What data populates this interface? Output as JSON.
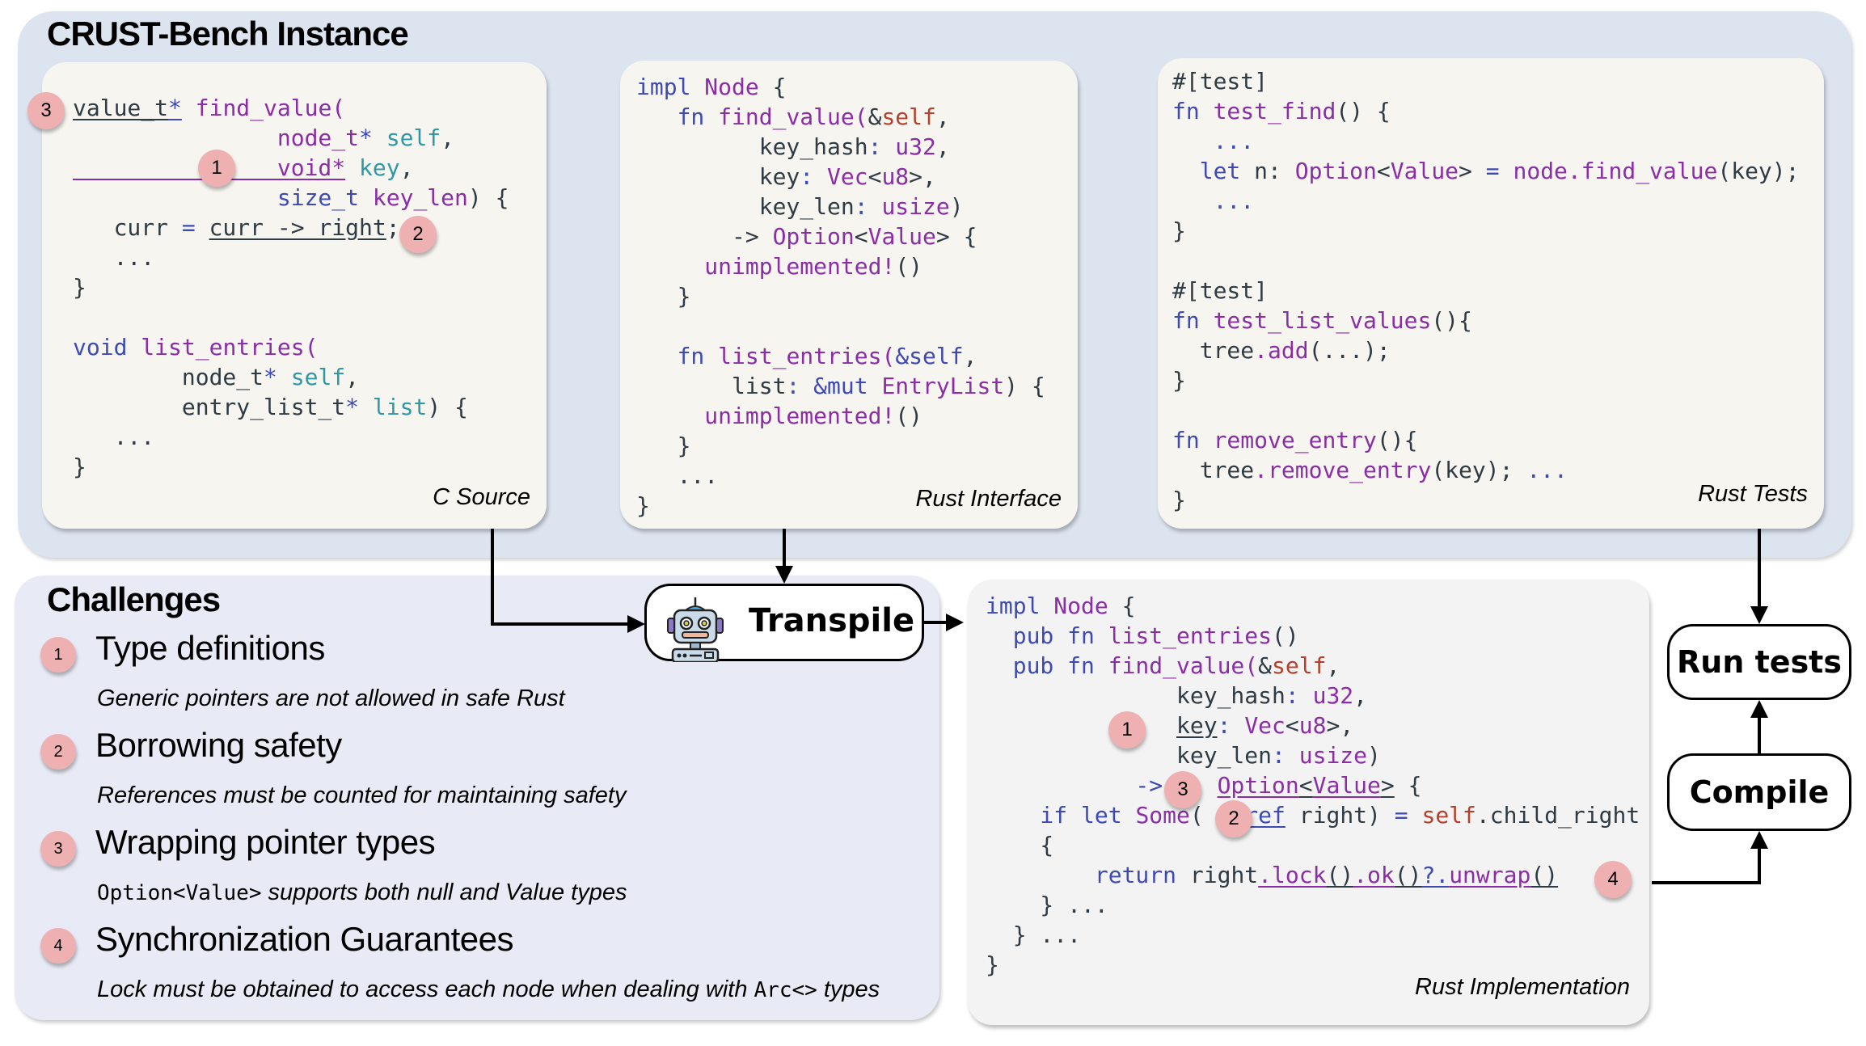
{
  "instance": {
    "title": "CRUST-Bench Instance",
    "c_source": {
      "caption": "C Source",
      "lines": [
        [
          [
            "value_t",
            "t",
            "u"
          ],
          [
            "*",
            "k",
            "u"
          ],
          [
            " find_value(",
            "f",
            ""
          ]
        ],
        [
          [
            "               node_t",
            "f",
            ""
          ],
          [
            "* ",
            "k",
            ""
          ],
          [
            "self",
            "p",
            ""
          ],
          [
            ",",
            "t",
            ""
          ]
        ],
        [
          [
            "               void*",
            "f",
            "u"
          ],
          [
            " key",
            "p",
            ""
          ],
          [
            ",",
            "t",
            ""
          ]
        ],
        [
          [
            "               size_t",
            "k",
            ""
          ],
          [
            " key_len",
            "f",
            ""
          ],
          [
            ") {",
            "t",
            ""
          ]
        ],
        [
          [
            "   curr ",
            "t",
            ""
          ],
          [
            "= ",
            "k",
            ""
          ],
          [
            "curr -> right",
            "t",
            "u"
          ],
          [
            ";",
            "t",
            ""
          ]
        ],
        [
          [
            "   ...",
            "t",
            ""
          ]
        ],
        [
          [
            "}",
            "t",
            ""
          ]
        ],
        [
          [
            "",
            "t",
            ""
          ]
        ],
        [
          [
            "void ",
            "k",
            ""
          ],
          [
            "list_entries(",
            "f",
            ""
          ]
        ],
        [
          [
            "        node_t",
            "t",
            ""
          ],
          [
            "* ",
            "k",
            ""
          ],
          [
            "self",
            "p",
            ""
          ],
          [
            ",",
            "t",
            ""
          ]
        ],
        [
          [
            "        entry_list_t",
            "t",
            ""
          ],
          [
            "* ",
            "k",
            ""
          ],
          [
            "list",
            "p",
            ""
          ],
          [
            ") {",
            "t",
            ""
          ]
        ],
        [
          [
            "   ...",
            "t",
            ""
          ]
        ],
        [
          [
            "}",
            "t",
            ""
          ]
        ]
      ]
    },
    "rust_interface": {
      "caption": "Rust Interface",
      "lines": [
        [
          [
            "impl ",
            "k",
            ""
          ],
          [
            "Node ",
            "f",
            ""
          ],
          [
            "{",
            "t",
            ""
          ]
        ],
        [
          [
            "   fn ",
            "k",
            ""
          ],
          [
            "find_value(",
            "f",
            ""
          ],
          [
            "&",
            "t",
            ""
          ],
          [
            "self",
            "s",
            ""
          ],
          [
            ",",
            "t",
            ""
          ]
        ],
        [
          [
            "         key_hash",
            "t",
            ""
          ],
          [
            ": ",
            "k",
            ""
          ],
          [
            "u32",
            "f",
            ""
          ],
          [
            ",",
            "t",
            ""
          ]
        ],
        [
          [
            "         key",
            "t",
            ""
          ],
          [
            ": ",
            "k",
            ""
          ],
          [
            "Vec",
            "f",
            ""
          ],
          [
            "<",
            "t",
            ""
          ],
          [
            "u8",
            "f",
            ""
          ],
          [
            ">,",
            "t",
            ""
          ]
        ],
        [
          [
            "         key_len",
            "t",
            ""
          ],
          [
            ": ",
            "k",
            ""
          ],
          [
            "usize",
            "f",
            ""
          ],
          [
            ")",
            "t",
            ""
          ]
        ],
        [
          [
            "       -> ",
            "t",
            ""
          ],
          [
            "Option",
            "f",
            ""
          ],
          [
            "<",
            "t",
            ""
          ],
          [
            "Value",
            "f",
            ""
          ],
          [
            "> {",
            "t",
            ""
          ]
        ],
        [
          [
            "     unimplemented!",
            "f",
            ""
          ],
          [
            "()",
            "t",
            ""
          ]
        ],
        [
          [
            "   }",
            "t",
            ""
          ]
        ],
        [
          [
            "",
            "t",
            ""
          ]
        ],
        [
          [
            "   fn ",
            "k",
            ""
          ],
          [
            "list_entries(",
            "f",
            ""
          ],
          [
            "&self",
            "k",
            ""
          ],
          [
            ",",
            "t",
            ""
          ]
        ],
        [
          [
            "       list",
            "t",
            ""
          ],
          [
            ": ",
            "k",
            ""
          ],
          [
            "&mut ",
            "k",
            ""
          ],
          [
            "EntryList",
            "f",
            ""
          ],
          [
            ") {",
            "t",
            ""
          ]
        ],
        [
          [
            "     unimplemented!",
            "f",
            ""
          ],
          [
            "()",
            "t",
            ""
          ]
        ],
        [
          [
            "   }",
            "t",
            ""
          ]
        ],
        [
          [
            "   ...",
            "t",
            ""
          ]
        ],
        [
          [
            "}",
            "t",
            ""
          ]
        ]
      ]
    },
    "rust_tests": {
      "caption": "Rust Tests",
      "lines": [
        [
          [
            "#[test]",
            "t",
            ""
          ]
        ],
        [
          [
            "fn ",
            "k",
            ""
          ],
          [
            "test_find",
            "f",
            ""
          ],
          [
            "() {",
            "t",
            ""
          ]
        ],
        [
          [
            "   ...",
            "k",
            ""
          ]
        ],
        [
          [
            "  let ",
            "k",
            ""
          ],
          [
            "n: ",
            "t",
            ""
          ],
          [
            "Option",
            "f",
            ""
          ],
          [
            "<",
            "t",
            ""
          ],
          [
            "Value",
            "f",
            ""
          ],
          [
            "> ",
            "t",
            ""
          ],
          [
            "= ",
            "k",
            ""
          ],
          [
            "node.find_value",
            "f",
            ""
          ],
          [
            "(key);",
            "t",
            ""
          ]
        ],
        [
          [
            "   ...",
            "k",
            ""
          ]
        ],
        [
          [
            "}",
            "t",
            ""
          ]
        ],
        [
          [
            "",
            "t",
            ""
          ]
        ],
        [
          [
            "#[test]",
            "t",
            ""
          ]
        ],
        [
          [
            "fn ",
            "k",
            ""
          ],
          [
            "test_list_values",
            "f",
            ""
          ],
          [
            "(){",
            "t",
            ""
          ]
        ],
        [
          [
            "  tree",
            "t",
            ""
          ],
          [
            ".add",
            "f",
            ""
          ],
          [
            "(...);",
            "t",
            ""
          ]
        ],
        [
          [
            "}",
            "t",
            ""
          ]
        ],
        [
          [
            "",
            "t",
            ""
          ]
        ],
        [
          [
            "fn ",
            "k",
            ""
          ],
          [
            "remove_entry",
            "f",
            ""
          ],
          [
            "(){",
            "t",
            ""
          ]
        ],
        [
          [
            "  tree",
            "t",
            ""
          ],
          [
            ".remove_entry",
            "f",
            ""
          ],
          [
            "(key); ",
            "t",
            ""
          ],
          [
            "...",
            "k",
            ""
          ]
        ],
        [
          [
            "}",
            "t",
            ""
          ]
        ]
      ]
    }
  },
  "challenges": {
    "title": "Challenges",
    "items": [
      {
        "number": "1",
        "title": "Type definitions",
        "desc_code": "",
        "desc": "Generic pointers are not allowed in safe Rust",
        "desc_suffix_code": "",
        "desc_suffix": ""
      },
      {
        "number": "2",
        "title": "Borrowing safety",
        "desc_code": "",
        "desc": "References must be counted for maintaining safety",
        "desc_suffix_code": "",
        "desc_suffix": ""
      },
      {
        "number": "3",
        "title": "Wrapping pointer types",
        "desc_code": "Option<Value>",
        "desc": " supports both null and Value types",
        "desc_suffix_code": "",
        "desc_suffix": ""
      },
      {
        "number": "4",
        "title": "Synchronization Guarantees",
        "desc_code": "",
        "desc": "Lock must be obtained to access each node when dealing with ",
        "desc_suffix_code": "Arc<>",
        "desc_suffix": " types"
      }
    ]
  },
  "flow": {
    "transpile_label": "Transpile",
    "run_tests_label": "Run tests",
    "compile_label": "Compile",
    "robot_icon": "robot-icon"
  },
  "rust_implementation": {
    "caption": "Rust Implementation",
    "lines": [
      [
        [
          "impl ",
          "k",
          ""
        ],
        [
          "Node ",
          "f",
          ""
        ],
        [
          "{",
          "t",
          ""
        ]
      ],
      [
        [
          "  pub fn ",
          "k",
          ""
        ],
        [
          "list_entries",
          "f",
          ""
        ],
        [
          "()",
          "t",
          ""
        ]
      ],
      [
        [
          "  pub fn ",
          "k",
          ""
        ],
        [
          "find_value(",
          "f",
          ""
        ],
        [
          "&",
          "t",
          ""
        ],
        [
          "self",
          "s",
          ""
        ],
        [
          ",",
          "t",
          ""
        ]
      ],
      [
        [
          "              key_hash",
          "t",
          ""
        ],
        [
          ": ",
          "k",
          ""
        ],
        [
          "u32",
          "f",
          ""
        ],
        [
          ",",
          "t",
          ""
        ]
      ],
      [
        [
          "              ",
          "t",
          ""
        ],
        [
          "key",
          "t",
          "u"
        ],
        [
          ": ",
          "k",
          ""
        ],
        [
          "Vec",
          "f",
          ""
        ],
        [
          "<",
          "t",
          ""
        ],
        [
          "u8",
          "f",
          ""
        ],
        [
          ">,",
          "t",
          ""
        ]
      ],
      [
        [
          "              key_len",
          "t",
          ""
        ],
        [
          ": ",
          "k",
          ""
        ],
        [
          "usize",
          "f",
          ""
        ],
        [
          ")",
          "t",
          ""
        ]
      ],
      [
        [
          "           ->    ",
          "k",
          ""
        ],
        [
          "Option",
          "f",
          "u"
        ],
        [
          "<",
          "t",
          "u"
        ],
        [
          "Value",
          "f",
          "u"
        ],
        [
          ">",
          "t",
          "u"
        ],
        [
          " {",
          "t",
          ""
        ]
      ],
      [
        [
          "    if let ",
          "k",
          ""
        ],
        [
          "Some",
          "f",
          ""
        ],
        [
          "(   ",
          "t",
          ""
        ],
        [
          "ref",
          "k",
          "u"
        ],
        [
          " right) ",
          "t",
          ""
        ],
        [
          "= ",
          "k",
          ""
        ],
        [
          "self",
          "s",
          ""
        ],
        [
          ".child_right",
          "t",
          ""
        ]
      ],
      [
        [
          "    {",
          "t",
          ""
        ]
      ],
      [
        [
          "        return ",
          "k",
          ""
        ],
        [
          "right",
          "t",
          ""
        ],
        [
          ".lock",
          "f",
          "u"
        ],
        [
          "()",
          "t",
          "u"
        ],
        [
          ".ok",
          "f",
          "u"
        ],
        [
          "()",
          "t",
          "u"
        ],
        [
          "?.",
          "k",
          "u"
        ],
        [
          "unwrap",
          "f",
          "u"
        ],
        [
          "()",
          "t",
          "u"
        ]
      ],
      [
        [
          "    } ...",
          "t",
          ""
        ]
      ],
      [
        [
          "  } ...",
          "t",
          ""
        ]
      ],
      [
        [
          "}",
          "t",
          ""
        ]
      ]
    ]
  },
  "badges": {
    "c_source_1": "1",
    "c_source_2": "2",
    "c_source_3": "3",
    "impl_1": "1",
    "impl_2": "2",
    "impl_3": "3",
    "impl_4": "4"
  }
}
